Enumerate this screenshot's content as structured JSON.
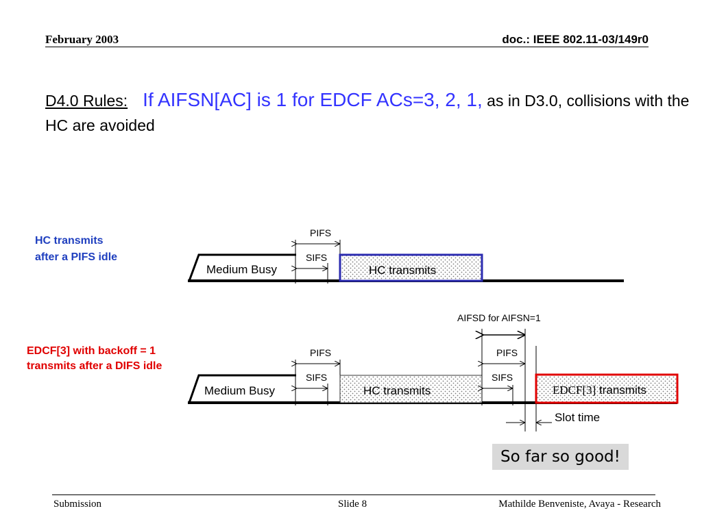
{
  "header": {
    "date": "February 2003",
    "doc": "doc.: IEEE 802.11-03/149r0"
  },
  "title": {
    "lead": "D4.0 Rules:",
    "condition": "If AIFSN[AC] is 1 for EDCF ACs=3, 2, 1,",
    "rest": " as in D3.0, collisions with the HC are avoided"
  },
  "diagram1": {
    "label_line1": "HC transmits",
    "label_line2": "after a PIFS idle",
    "medium_busy": "Medium Busy",
    "pifs": "PIFS",
    "sifs": "SIFS",
    "hc_transmits": "HC transmits"
  },
  "diagram2": {
    "label_line1": "EDCF[3] with backoff = 1",
    "label_line2": "transmits after a DIFS idle",
    "medium_busy": "Medium Busy",
    "pifs": "PIFS",
    "sifs": "SIFS",
    "hc_transmits": "HC transmits",
    "aifsd": "AIFSD for AIFSN=1",
    "pifs2": "PIFS",
    "sifs2": "SIFS",
    "edcf_prefix": "EDCF[3]",
    "edcf_suffix": " transmits",
    "slot_time": "Slot time"
  },
  "callout": "So far so good!",
  "footer": {
    "left": "Submission",
    "center": "Slide 8",
    "right": "Mathilde Benveniste, Avaya - Research"
  },
  "colors": {
    "blue_box_border": "#2b2bb0",
    "red_box_border": "#e00000",
    "title_condition": "#3333ff",
    "blue_label": "#1f3fbf",
    "red_label": "#e00000"
  }
}
